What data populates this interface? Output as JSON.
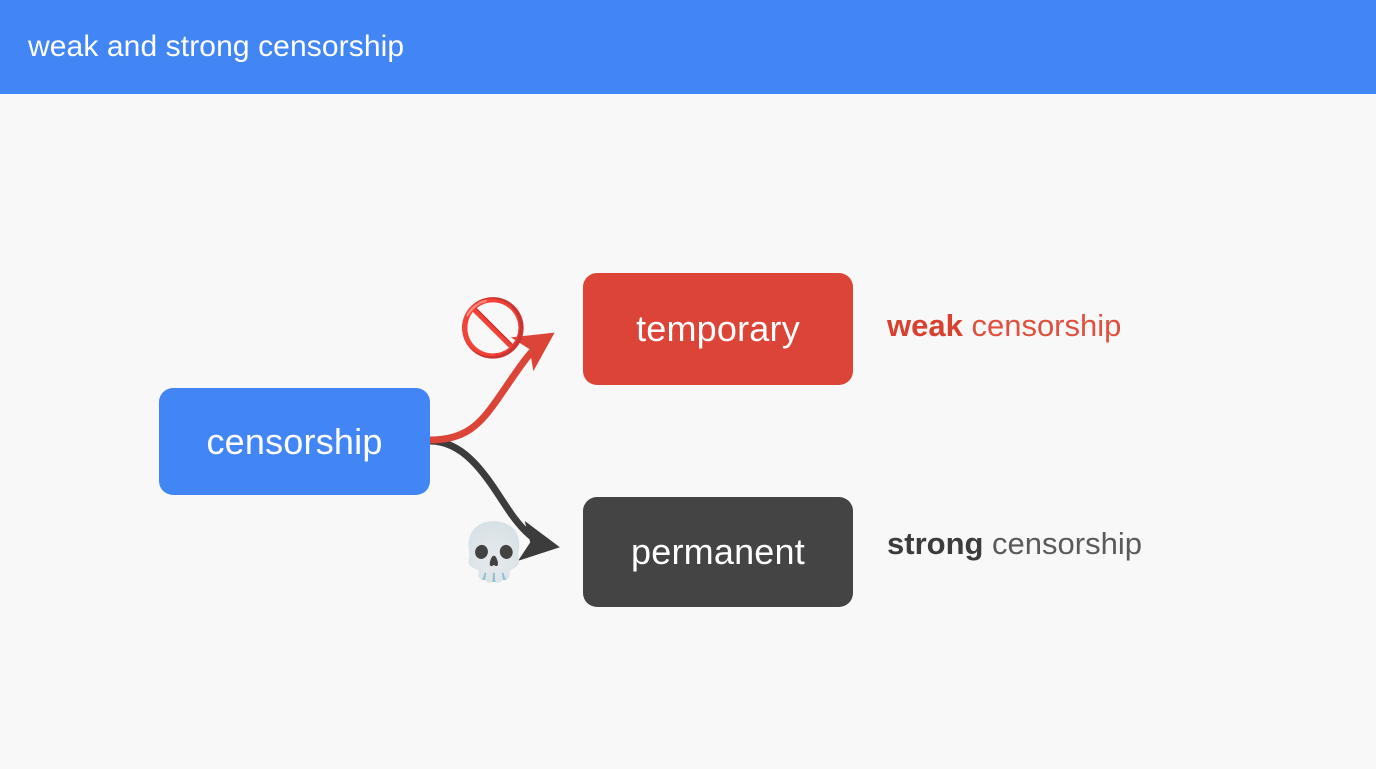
{
  "header": {
    "title": "weak and strong censorship",
    "background_color": "#4285f4",
    "text_color": "#ffffff"
  },
  "canvas": {
    "background_color": "#f8f8f8"
  },
  "diagram": {
    "type": "flow-diagram",
    "root": {
      "id": "censorship",
      "label": "censorship",
      "color": "#4285f4",
      "text_color": "#ffffff"
    },
    "branches": [
      {
        "id": "temporary",
        "label": "temporary",
        "color": "#db4437",
        "text_color": "#ffffff",
        "marker_icon": "prohibited-icon",
        "marker_glyph": "🚫",
        "connector_color": "#db4437",
        "side_label": {
          "emphasis": "weak",
          "rest": " censorship",
          "color": "#e0503f",
          "emphasis_color": "#d8402f"
        }
      },
      {
        "id": "permanent",
        "label": "permanent",
        "color": "#444444",
        "text_color": "#ffffff",
        "marker_icon": "skull-icon",
        "marker_glyph": "💀",
        "connector_color": "#3c3c3c",
        "side_label": {
          "emphasis": "strong",
          "rest": " censorship",
          "color": "#5a5a5a",
          "emphasis_color": "#3c3c3c"
        }
      }
    ]
  }
}
